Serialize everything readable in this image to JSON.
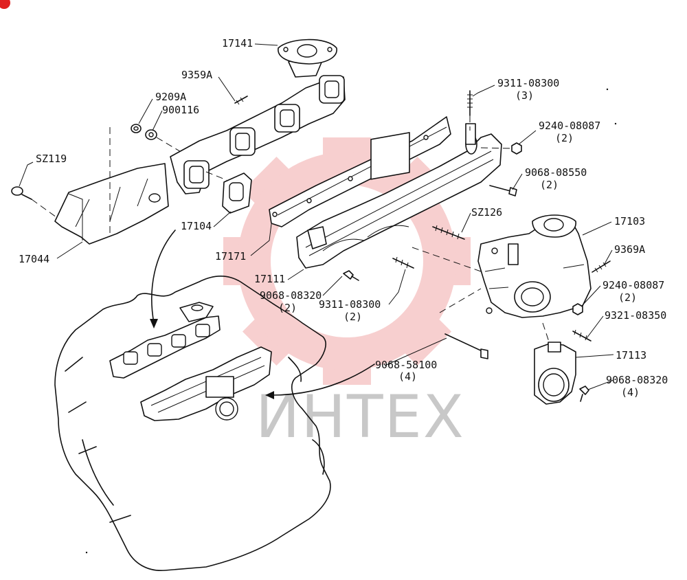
{
  "watermark": {
    "text": "ИНТЕХ",
    "color": "#f2a8a8"
  },
  "corner_badge": {
    "color": "#e02020"
  },
  "callouts": {
    "c17141": "17141",
    "c9359A": "9359A",
    "c9209A": "9209A",
    "c900116": "900116",
    "cSZ119": "SZ119",
    "c17044": "17044",
    "c17104": "17104",
    "c17171": "17171",
    "c17111": "17111",
    "c9068_08320_a": "9068-08320",
    "c9068_08320_a_qty": "(2)",
    "c9311_08300_a": "9311-08300",
    "c9311_08300_a_qty": "(2)",
    "c9311_08300_b": "9311-08300",
    "c9311_08300_b_qty": "(3)",
    "c9240_08087_a": "9240-08087",
    "c9240_08087_a_qty": "(2)",
    "c9068_08550": "9068-08550",
    "c9068_08550_qty": "(2)",
    "cSZ126": "SZ126",
    "c17103": "17103",
    "c9369A": "9369A",
    "c9240_08087_b": "9240-08087",
    "c9240_08087_b_qty": "(2)",
    "c9321_08350": "9321-08350",
    "c17113": "17113",
    "c9068_08320_b": "9068-08320",
    "c9068_08320_b_qty": "(4)",
    "c9068_58100": "9068-58100",
    "c9068_58100_qty": "(4)"
  }
}
